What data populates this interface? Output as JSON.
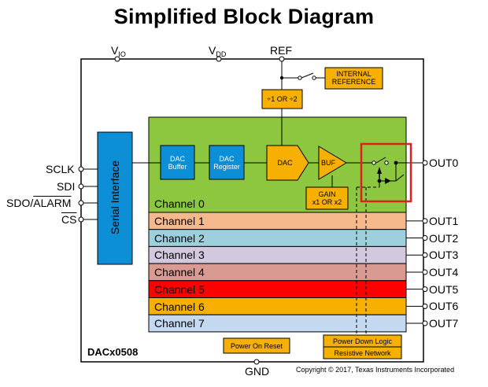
{
  "title": "Simplified Block Diagram",
  "supply_pins": {
    "vio": "V",
    "vio_sub": "IO",
    "vdd": "V",
    "vdd_sub": "DD",
    "ref": "REF",
    "gnd": "GND"
  },
  "left_pins": {
    "sclk": "SCLK",
    "sdi": "SDI",
    "sdo_alarm": "SDO/ALARM",
    "sdo_prefix": "SDO/",
    "alarm": "ALARM",
    "cs": "CS"
  },
  "blocks": {
    "serial_interface": "Serial Interface",
    "dac_buffer": [
      "DAC",
      "Buffer"
    ],
    "dac_register": [
      "DAC",
      "Register"
    ],
    "dac": "DAC",
    "buf": "BUF",
    "gain": [
      "GAIN",
      "x1 OR x2"
    ],
    "ref_divider": "÷1 OR ÷2",
    "internal_reference": [
      "INTERNAL",
      "REFERENCE"
    ],
    "power_on_reset": "Power On Reset",
    "power_down_logic": "Power Down Logic",
    "resistive_network": "Resistive Network"
  },
  "channels": [
    {
      "label": "Channel 0",
      "output": "OUT0",
      "color": "#8dc63f"
    },
    {
      "label": "Channel 1",
      "output": "OUT1",
      "color": "#f7b98c"
    },
    {
      "label": "Channel 2",
      "output": "OUT2",
      "color": "#9ecfdc"
    },
    {
      "label": "Channel 3",
      "output": "OUT3",
      "color": "#d3c9de"
    },
    {
      "label": "Channel 4",
      "output": "OUT4",
      "color": "#d99a92"
    },
    {
      "label": "Channel 5",
      "output": "OUT5",
      "color": "#ff0000"
    },
    {
      "label": "Channel 6",
      "output": "OUT6",
      "color": "#f8b000"
    },
    {
      "label": "Channel 7",
      "output": "OUT7",
      "color": "#c4d8f0"
    }
  ],
  "part_number": "DACx0508",
  "copyright": "Copyright © 2017, Texas Instruments Incorporated",
  "colors": {
    "block_blue": "#0c8fd6",
    "block_orange": "#f8b000",
    "highlight_red": "#e0201f",
    "outline": "#000000"
  }
}
